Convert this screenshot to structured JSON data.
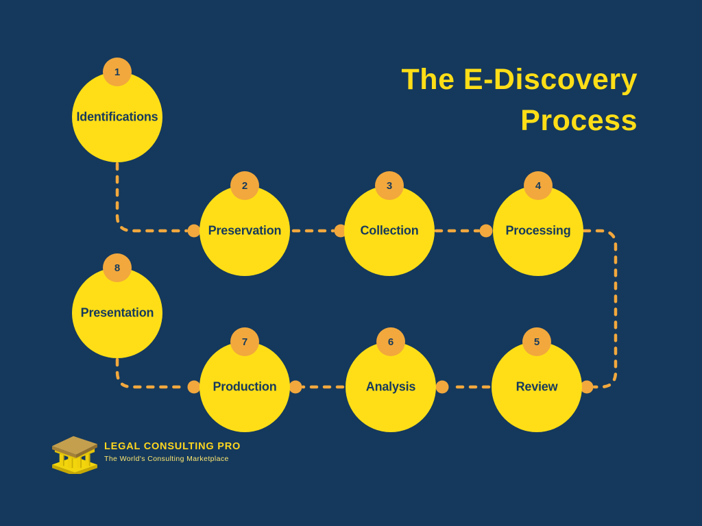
{
  "title": {
    "line1": "The E-Discovery",
    "line2": "Process"
  },
  "steps": [
    {
      "number": "1",
      "label": "Identifications"
    },
    {
      "number": "2",
      "label": "Preservation"
    },
    {
      "number": "3",
      "label": "Collection"
    },
    {
      "number": "4",
      "label": "Processing"
    },
    {
      "number": "5",
      "label": "Review"
    },
    {
      "number": "6",
      "label": "Analysis"
    },
    {
      "number": "7",
      "label": "Production"
    },
    {
      "number": "8",
      "label": "Presentation"
    }
  ],
  "footer": {
    "brand": "LEGAL CONSULTING PRO",
    "tagline": "The World's Consulting Marketplace"
  },
  "colors": {
    "background": "#15395C",
    "circle_fill": "#FFDE17",
    "badge_fill": "#F2A83D",
    "connector": "#F2A83D",
    "step_text": "#173A5C",
    "title_text": "#FFDE17"
  }
}
